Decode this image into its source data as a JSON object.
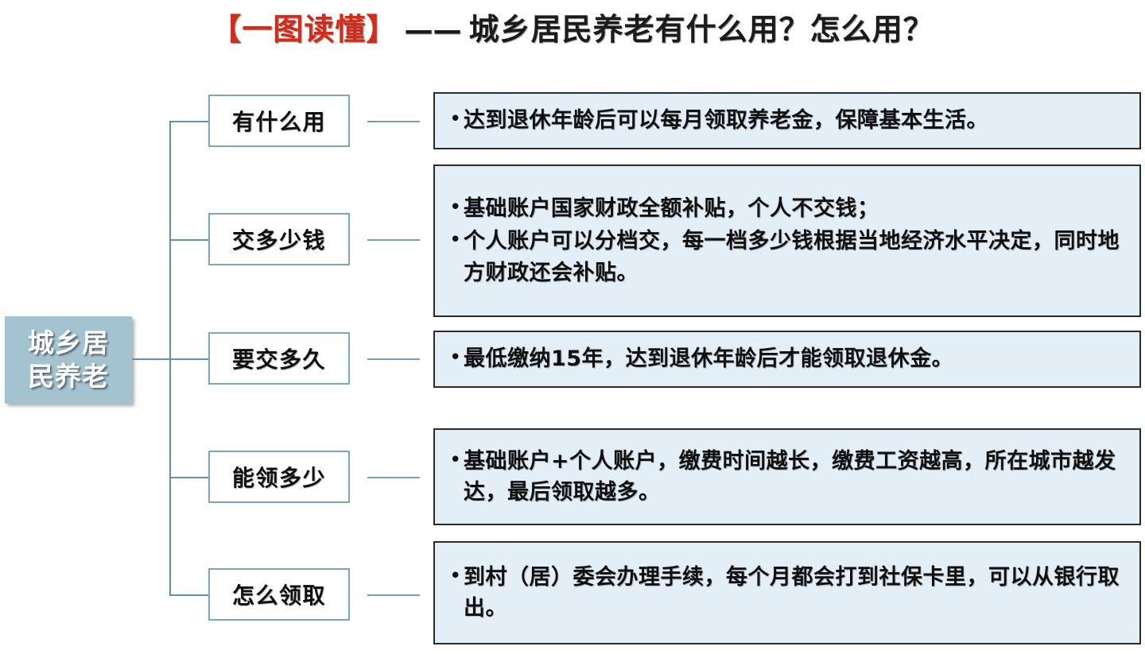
{
  "title": {
    "bracket": "【一图读懂】",
    "dash": "——",
    "rest": "城乡居民养老有什么用？怎么用？",
    "bracket_color": "#d42a19",
    "rest_color": "#1b1b1b"
  },
  "root": {
    "line1": "城乡居",
    "line2": "民养老",
    "full_text": "城乡居民养老",
    "fill_color": "#a3c3d1",
    "text_color": "#ffffff"
  },
  "theme": {
    "connector_color": "#5f93a9",
    "label_border_color": "#79a7bc",
    "label_fill_color": "#ffffff",
    "content_border_color": "#2b2b2b",
    "content_fill_color": "#e3eef6",
    "bullet_glyph": "•"
  },
  "branches": [
    {
      "label": "有什么用",
      "bullets": [
        "达到退休年龄后可以每月领取养老金，保障基本生活。"
      ]
    },
    {
      "label": "交多少钱",
      "bullets": [
        "基础账户国家财政全额补贴，个人不交钱；",
        "个人账户可以分档交，每一档多少钱根据当地经济水平决定，同时地方财政还会补贴。"
      ]
    },
    {
      "label": "要交多久",
      "bullets": [
        "最低缴纳15年，达到退休年龄后才能领取退休金。"
      ]
    },
    {
      "label": "能领多少",
      "bullets": [
        "基础账户+个人账户，缴费时间越长，缴费工资越高，所在城市越发达，最后领取越多。"
      ]
    },
    {
      "label": "怎么领取",
      "bullets": [
        "到村（居）委会办理手续，每个月都会打到社保卡里，可以从银行取出。"
      ]
    }
  ]
}
